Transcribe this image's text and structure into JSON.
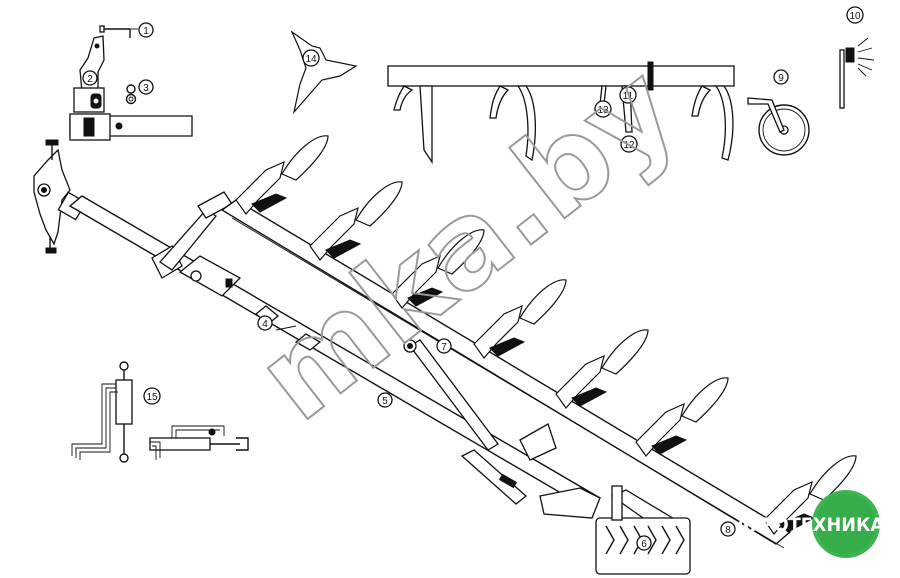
{
  "callouts": [
    "1",
    "2",
    "3",
    "4",
    "5",
    "6",
    "7",
    "8",
    "9",
    "10",
    "11",
    "12",
    "13",
    "14",
    "15"
  ],
  "watermark": {
    "text": "mka.by"
  },
  "logo": {
    "text": "АГРОТЕХНИКА"
  },
  "colors": {
    "logo_green": "#3cb550",
    "logo_green_dark": "#2a9a3e",
    "watermark_stroke": "#9a9a9a",
    "ink": "#111111"
  }
}
